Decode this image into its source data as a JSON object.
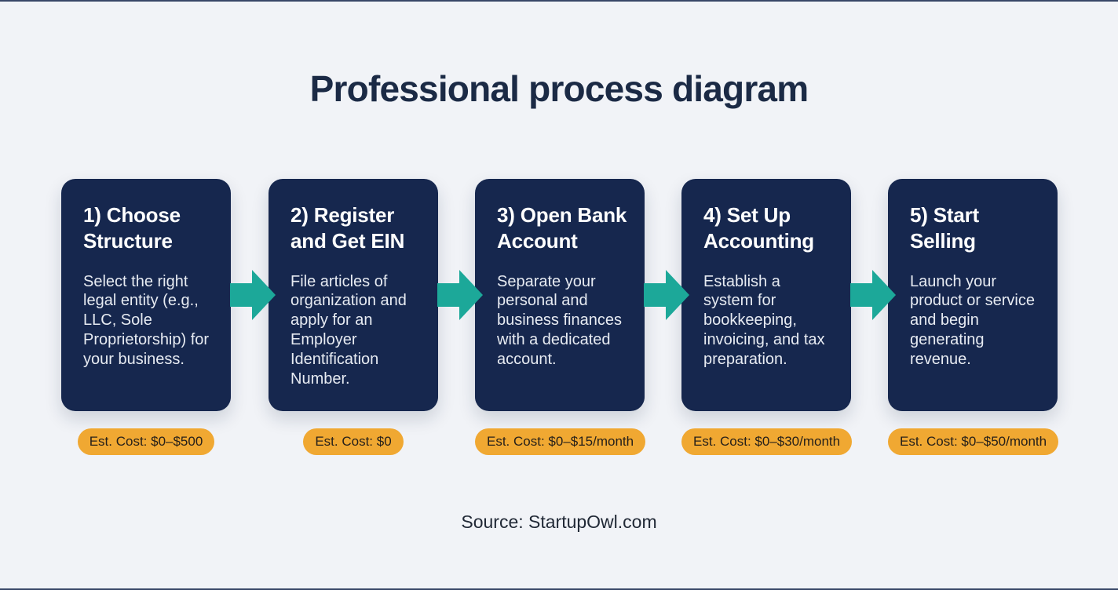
{
  "title": "Professional process diagram",
  "source": "Source: StartupOwl.com",
  "colors": {
    "background": "#F1F3F7",
    "box": "#16274E",
    "arrow": "#1CA899",
    "badge": "#F0A832",
    "badge_text": "#26201A",
    "title_text": "#1B2A45",
    "heading_text": "#FFFFFF",
    "body_text": "#E7EBF2",
    "source_text": "#212936"
  },
  "steps": [
    {
      "heading": "1) Choose Structure",
      "description": "Select the right legal entity (e.g., LLC, Sole Proprietorship) for your business.",
      "cost": "Est. Cost: $0–$500"
    },
    {
      "heading": "2) Register and Get EIN",
      "description": "File articles of organization and apply for an Employer Identification Number.",
      "cost": "Est. Cost: $0"
    },
    {
      "heading": "3) Open Bank Account",
      "description": "Separate your personal and business finances with a dedicated account.",
      "cost": "Est. Cost: $0–$15/month"
    },
    {
      "heading": "4) Set Up Accounting",
      "description": "Establish a system for bookkeeping, invoicing, and tax preparation.",
      "cost": "Est. Cost: $0–$30/month"
    },
    {
      "heading": "5) Start Selling",
      "description": "Launch your product or service and begin generating revenue.",
      "cost": "Est. Cost: $0–$50/month"
    }
  ]
}
